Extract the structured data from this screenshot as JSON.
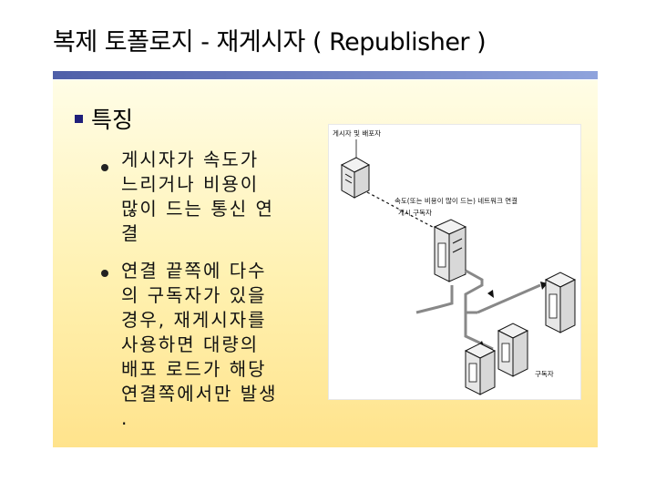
{
  "slide": {
    "title": "복제 토폴로지 - 재게시자 ( Republisher )",
    "section_heading": "특징",
    "bullets": [
      "게시자가 속도가\n느리거나 비용이\n많이 드는 통신 연\n결",
      "연결 끝쪽에 다수\n의 구독자가 있을\n경우, 재게시자를\n사용하면 대량의\n배포 로드가 해당\n연결쪽에서만 발생\n."
    ]
  },
  "figure": {
    "publisher_label": "게시자 및 배포자",
    "link_label": "속도(또는 비용이 많이 드는) 네트워크 연결",
    "republisher_label": "게시 구독자",
    "subscriber_label": "구독자"
  },
  "colors": {
    "accent_bar": "#4f5fa8",
    "panel": "#fff1b0",
    "heading_bullet": "#1f1f7a"
  }
}
